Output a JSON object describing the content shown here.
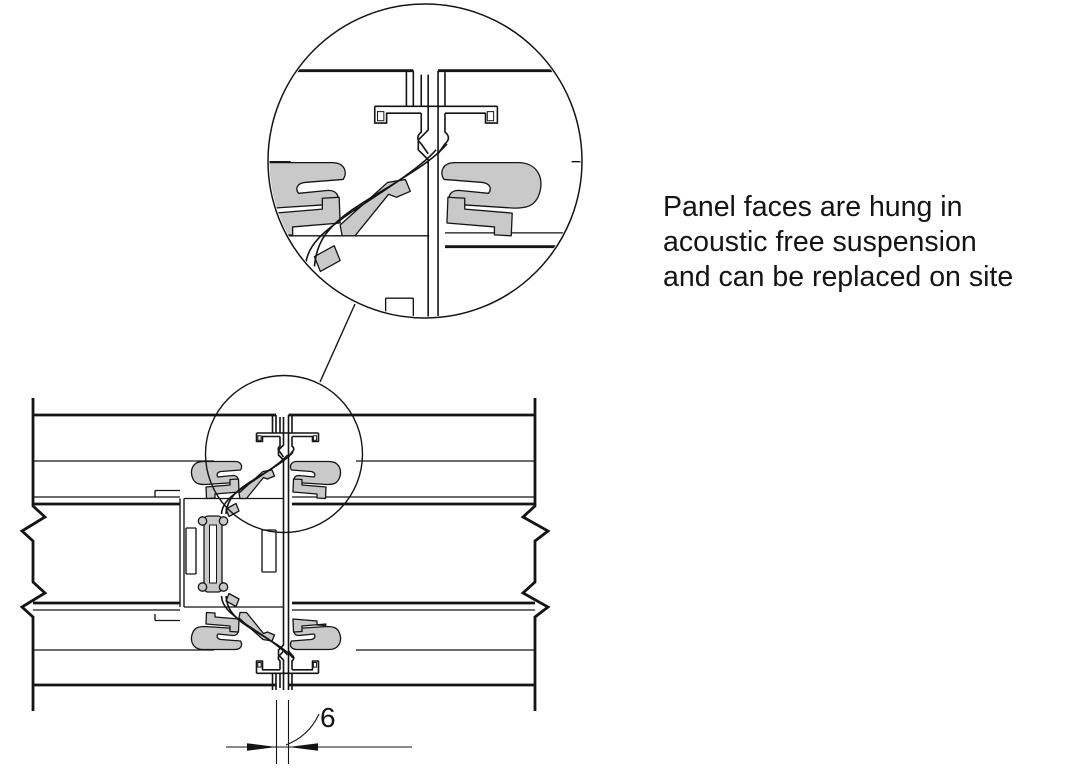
{
  "figure": {
    "annotation": {
      "lines": [
        "Panel faces are hung in",
        "acoustic free suspension",
        "and can be replaced on site"
      ]
    },
    "dimension": {
      "value": "6"
    },
    "colors": {
      "line": "#141414",
      "gasket_fill": "#c9c9c9",
      "background": "#ffffff"
    }
  }
}
